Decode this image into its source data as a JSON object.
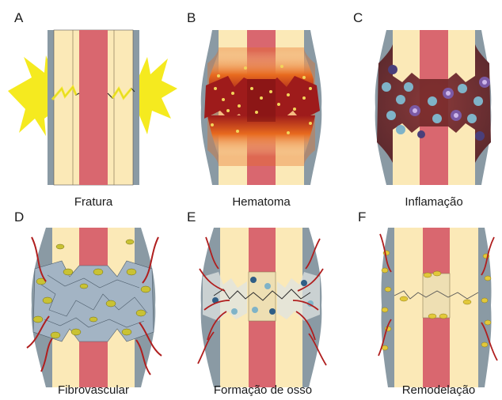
{
  "panels": [
    {
      "letter": "A",
      "caption": "Fratura"
    },
    {
      "letter": "B",
      "caption": "Hematoma"
    },
    {
      "letter": "C",
      "caption": "Inflamação"
    },
    {
      "letter": "D",
      "caption": "Fibrovascular"
    },
    {
      "letter": "E",
      "caption": "Formação de osso"
    },
    {
      "letter": "F",
      "caption": "Remodelação"
    }
  ],
  "colors": {
    "cortex": "#fbe9b7",
    "marrow": "#d9676f",
    "periosteum": "#8a9aa4",
    "hematoma": "#9e1b1b",
    "inflammation": "#6e2e2e",
    "fibrous_tissue": "#a3b4c4",
    "new_bone": "#eedfb3",
    "callus": "#c9c234",
    "vessel": "#b01e1e",
    "burst": "#f5ea1f",
    "cell_blue": "#7fb3c8",
    "cell_purple": "#7b5aa6"
  }
}
